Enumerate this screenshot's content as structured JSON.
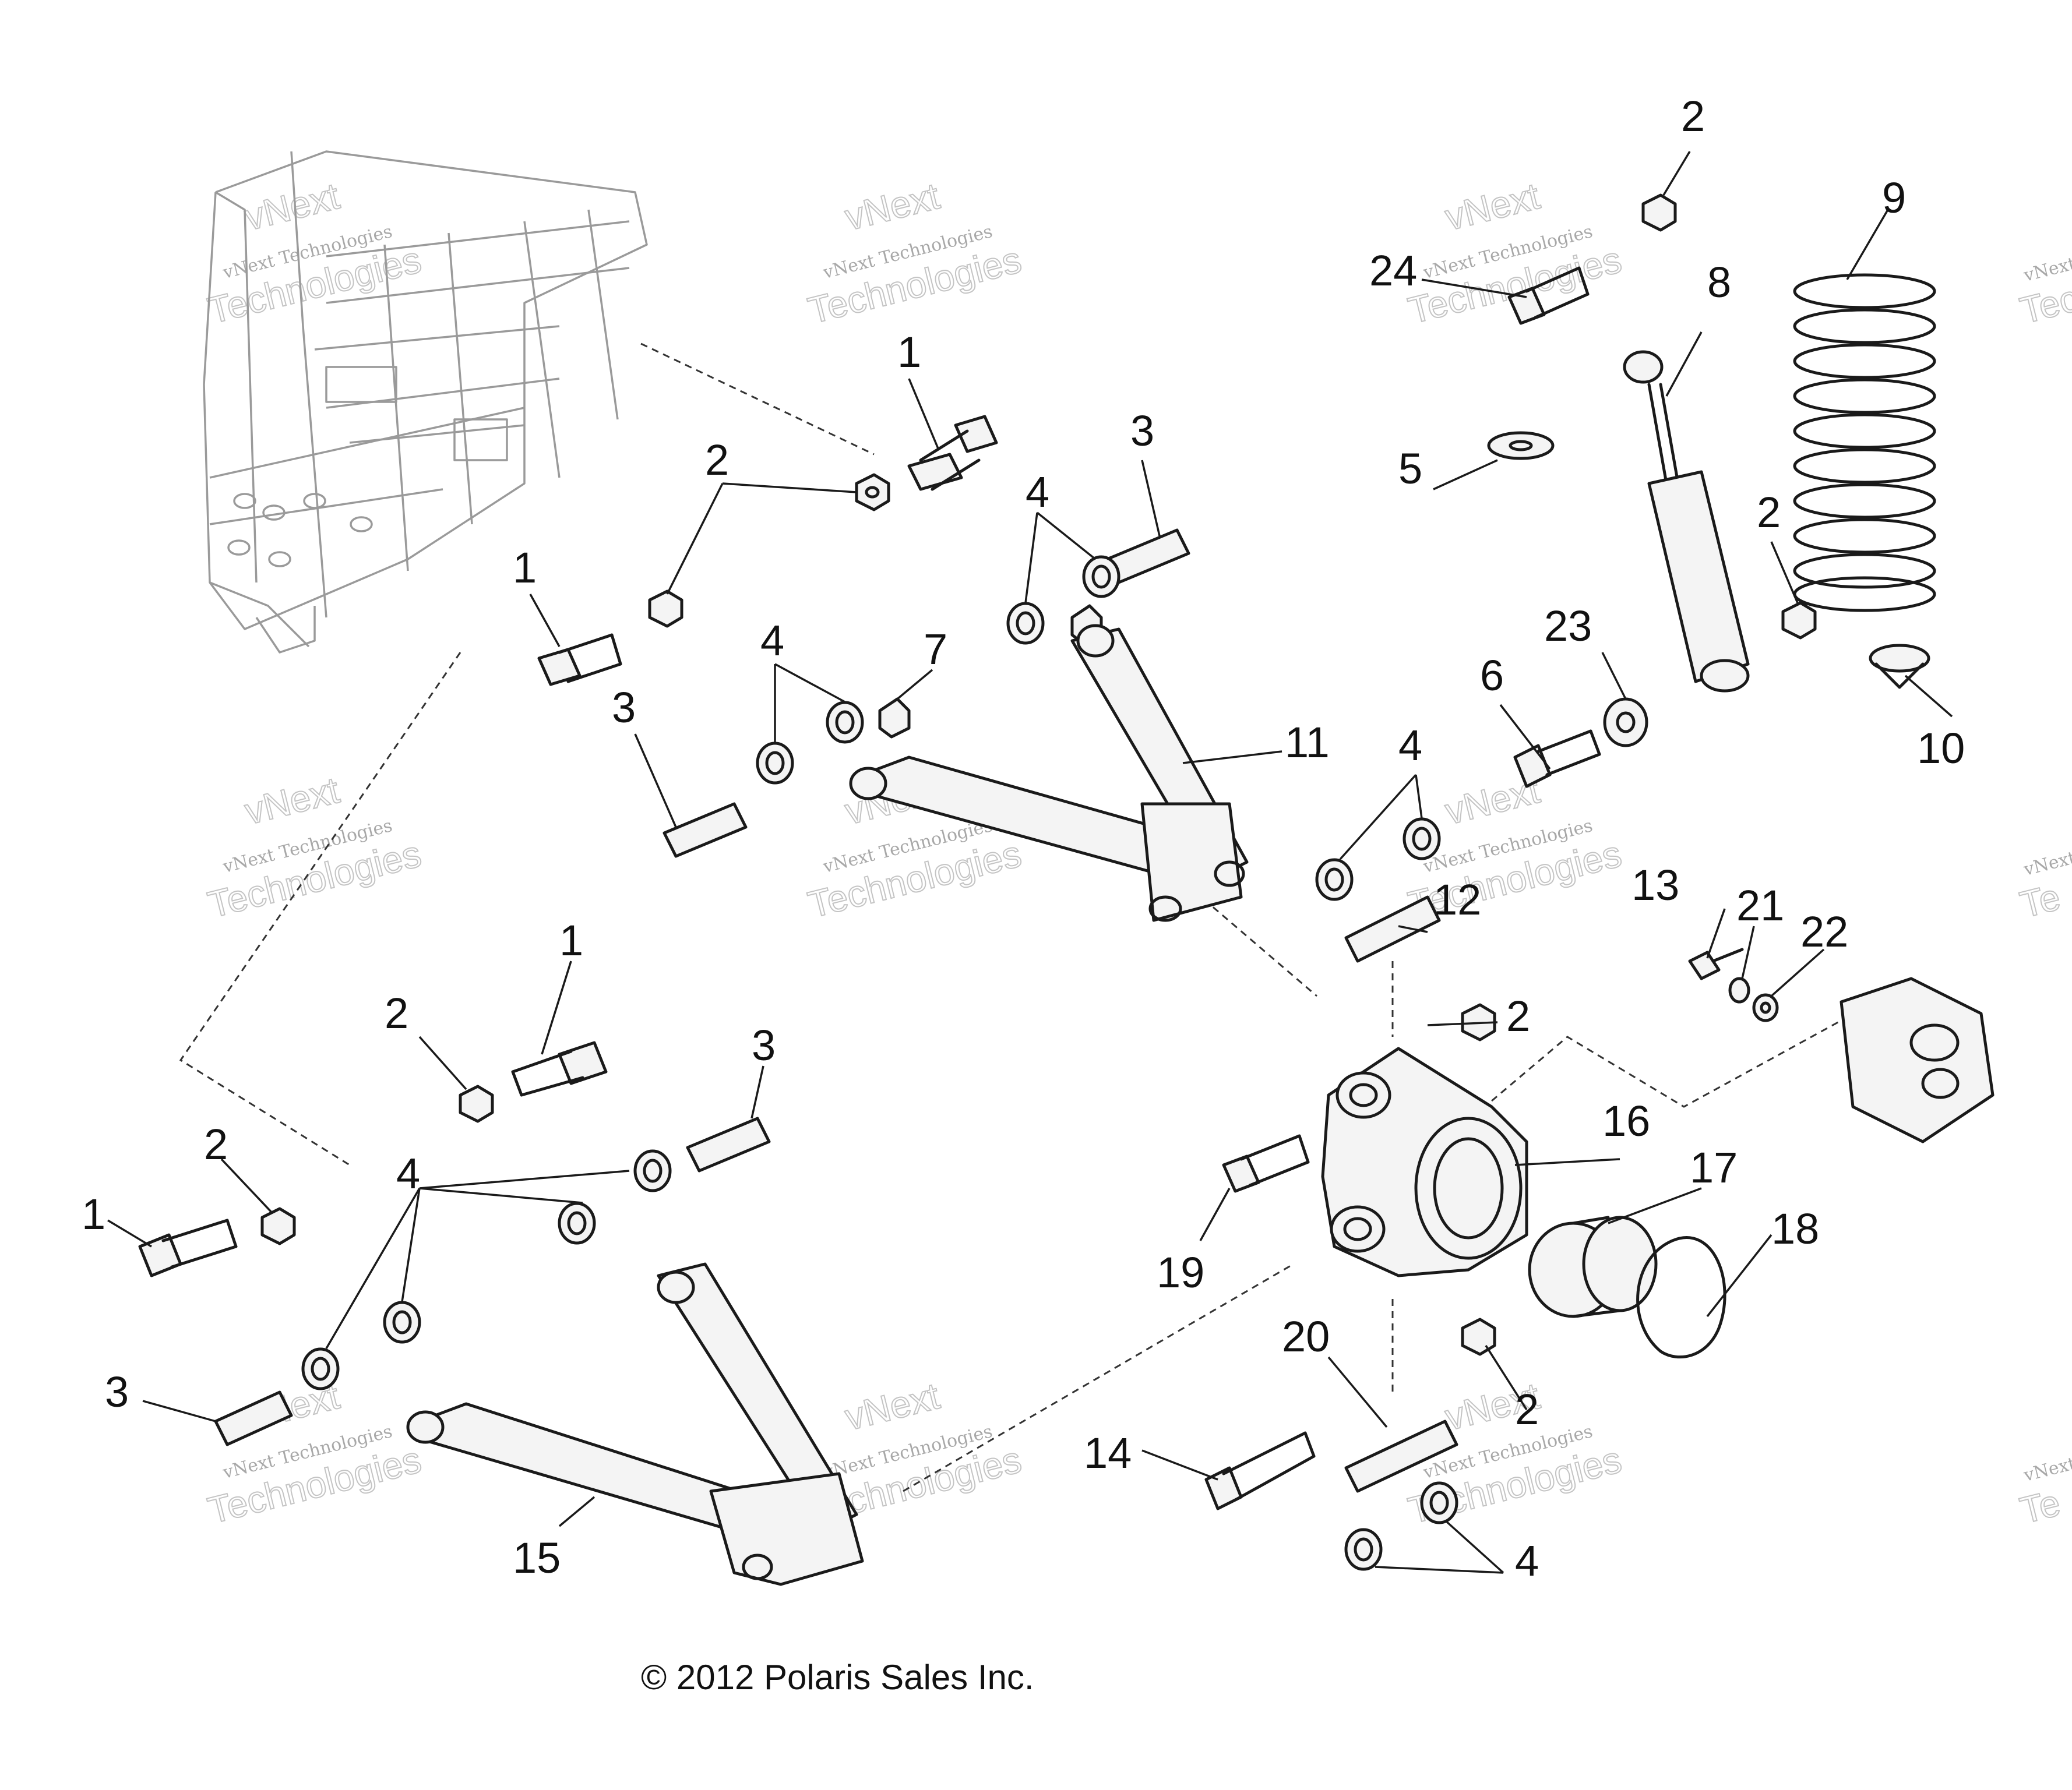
{
  "callouts": [
    "1",
    "2",
    "3",
    "4",
    "5",
    "6",
    "7",
    "8",
    "9",
    "10",
    "11",
    "12",
    "13",
    "14",
    "15",
    "16",
    "17",
    "18",
    "19",
    "20",
    "21",
    "22",
    "23",
    "24"
  ],
  "watermark": {
    "small": "vNext Technologies",
    "top": "vNext",
    "bottom": "Technologies",
    "fragment_small": "vNext",
    "fragment_big": "Techn",
    "fragment_small_right": "vNext T",
    "fragment_big_right": "Te"
  },
  "copyright": "© 2012 Polaris Sales Inc.",
  "colors": {
    "line": "#1a1a1a",
    "frame": "#9a9a9a",
    "watermark": "#8c8c8c"
  }
}
